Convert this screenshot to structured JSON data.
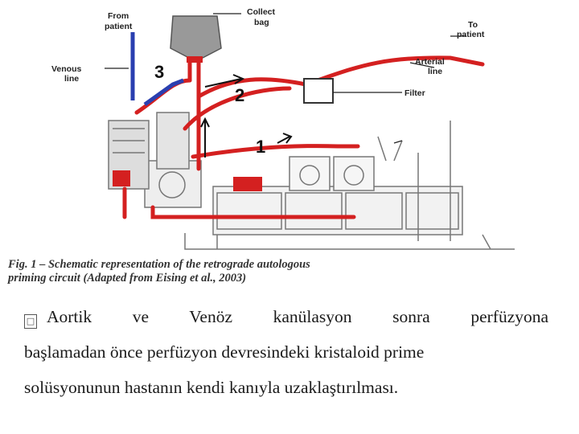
{
  "diagram": {
    "labels": {
      "from_patient": [
        "From",
        "patient"
      ],
      "collect_bag": [
        "Collect",
        "bag"
      ],
      "to_patient": [
        "To",
        "patient"
      ],
      "venous_line": [
        "Venous",
        "line"
      ],
      "arterial_line": [
        "Arterial",
        "line"
      ],
      "filter": "Filter"
    },
    "step_numbers": [
      "1",
      "2",
      "3"
    ],
    "caption_line1": "Fig. 1 – Schematic representation of the retrograde autologous",
    "caption_line2": "priming circuit (Adapted from Eising et al., 2003)"
  },
  "text": {
    "bullet_symbol": "□",
    "line1_words": [
      "Aortik",
      "ve",
      "Venöz",
      "kanülasyon",
      "sonra",
      "perfüzyona"
    ],
    "line2": "başlamadan önce perfüzyon devresindeki kristaloid prime",
    "line3": "solüsyonunun hastanın kendi kanıyla uzaklaştırılması."
  },
  "colors": {
    "blood_red": "#d42020",
    "venous_blue": "#2a3fb0",
    "machine_gray": "#888888"
  }
}
